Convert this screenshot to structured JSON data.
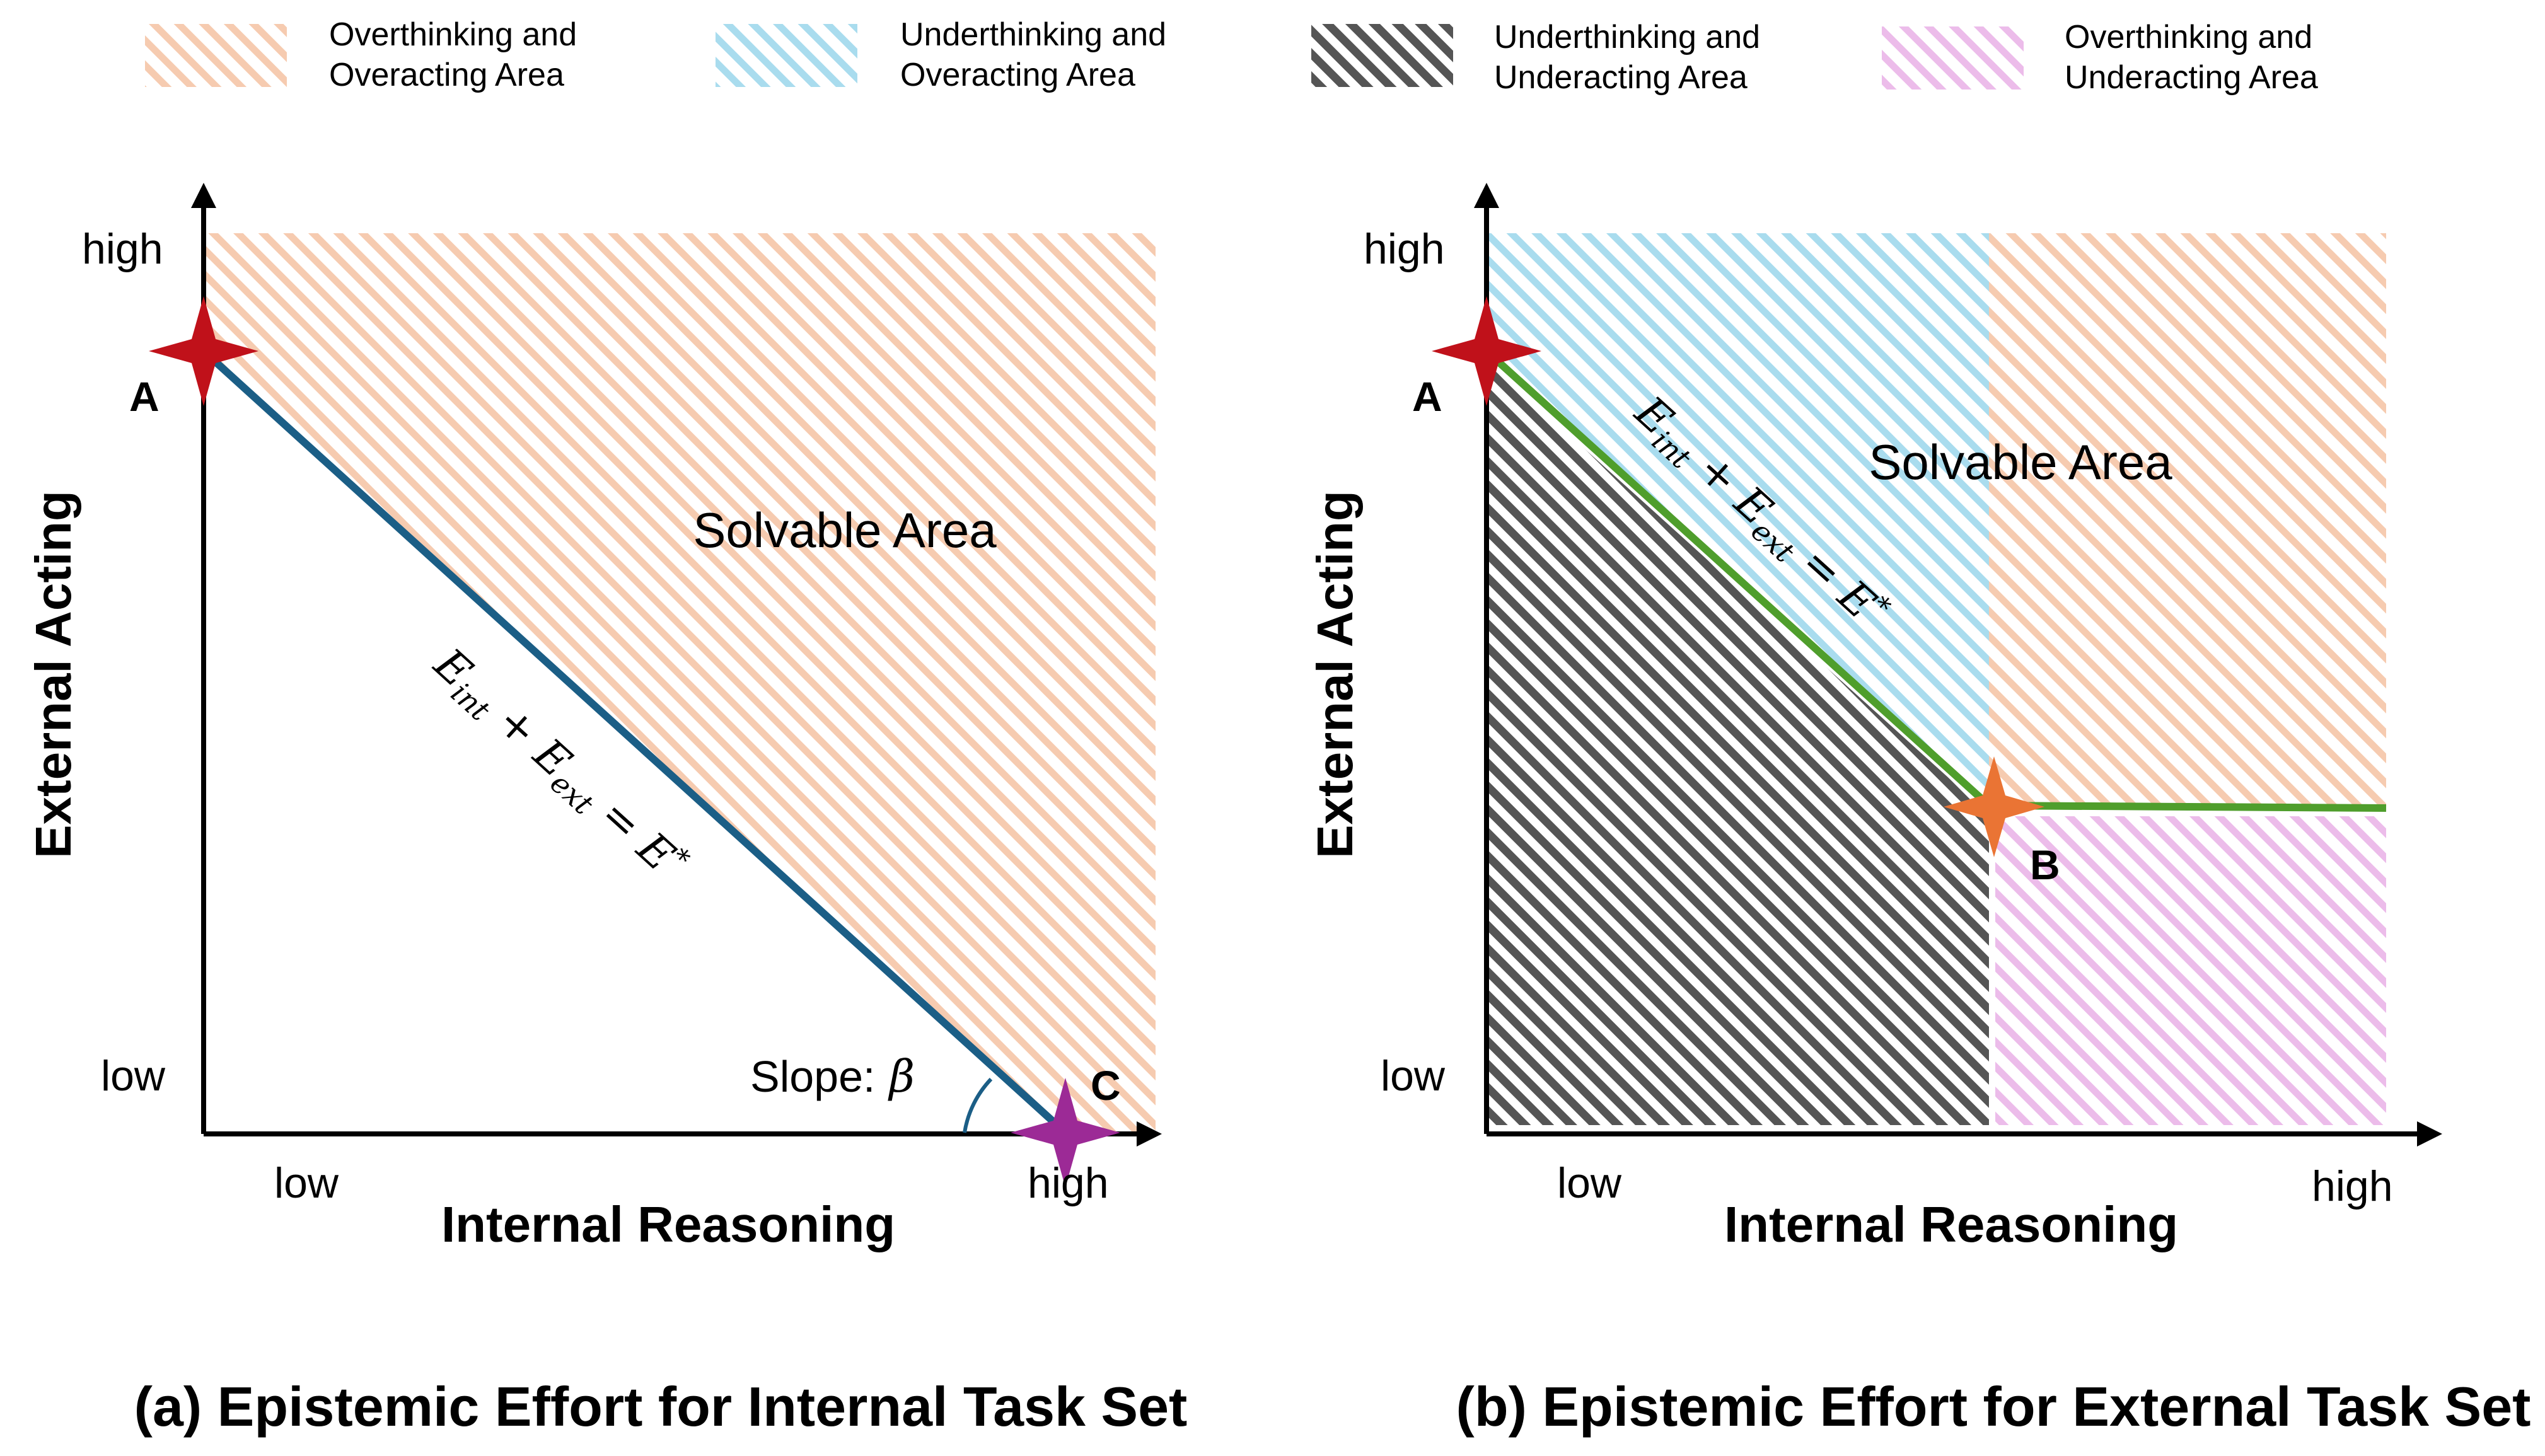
{
  "legend": [
    {
      "line1": "Overthinking and",
      "line2": "Overacting Area",
      "color": "#f5c6a8"
    },
    {
      "line1": "Underthinking and",
      "line2": "Overacting Area",
      "color": "#a6d9ec"
    },
    {
      "line1": "Underthinking and",
      "line2": "Underacting Area",
      "color": "#555555"
    },
    {
      "line1": "Overthinking and",
      "line2": "Underacting Area",
      "color": "#e9b3e6"
    }
  ],
  "panel_a": {
    "y_tick_high": "high",
    "y_tick_low": "low",
    "x_tick_low": "low",
    "x_tick_high": "high",
    "xlabel": "Internal Reasoning",
    "ylabel": "External Acting",
    "region_label": "Solvable Area",
    "point_a": "A",
    "point_c": "C",
    "slope_label": "Slope:",
    "slope_symbol": "β",
    "equation": {
      "e1": "E",
      "s1": "int",
      "plus": " + ",
      "e2": "E",
      "s2": "ext",
      "eq": " = ",
      "e3": "E",
      "sup": "*"
    },
    "caption": "(a) Epistemic Effort for Internal Task Set",
    "line_color": "#1b5e86",
    "star_a_color": "#c0111a",
    "star_c_color": "#9c2a96"
  },
  "panel_b": {
    "y_tick_high": "high",
    "y_tick_low": "low",
    "x_tick_low": "low",
    "x_tick_high": "high",
    "xlabel": "Internal Reasoning",
    "ylabel": "External Acting",
    "region_label": "Solvable Area",
    "point_a": "A",
    "point_b": "B",
    "equation": {
      "e1": "E",
      "s1": "int",
      "plus": " + ",
      "e2": "E",
      "s2": "ext",
      "eq": " = ",
      "e3": "E",
      "sup": "*"
    },
    "caption": "(b) Epistemic Effort for External Task Set",
    "line_color": "#4f9e2c",
    "star_a_color": "#c0111a",
    "star_b_color": "#ea7434"
  }
}
